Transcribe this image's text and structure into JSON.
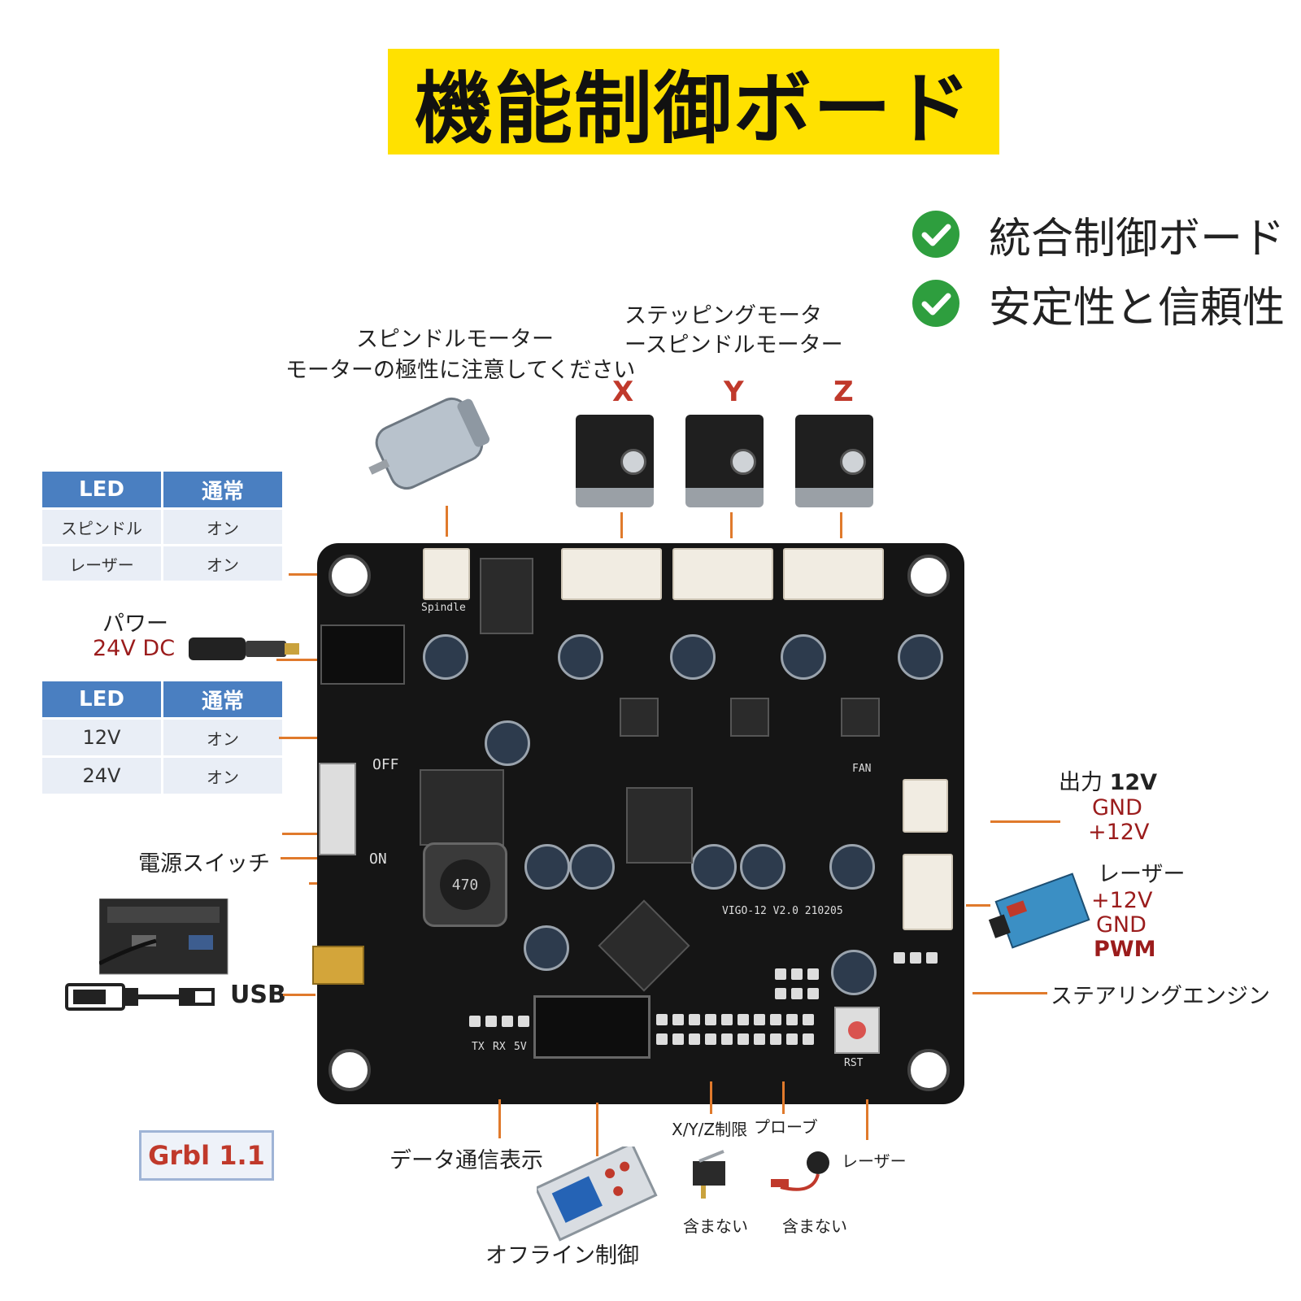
{
  "title": "機能制御ボード",
  "features": [
    "統合制御ボード",
    "安定性と信頼性"
  ],
  "spindle_motor_label": "スピンドルモーター",
  "spindle_polarity_note": "モーターの極性に注意してください",
  "stepper_label_line1": "ステッピングモータ",
  "stepper_label_line2": "ースピンドルモーター",
  "axes": [
    "X",
    "Y",
    "Z"
  ],
  "led_table_1": {
    "header": [
      "LED",
      "通常"
    ],
    "rows": [
      [
        "スピンドル",
        "オン"
      ],
      [
        "レーザー",
        "オン"
      ]
    ]
  },
  "led_table_2": {
    "header": [
      "LED",
      "通常"
    ],
    "rows": [
      [
        "12V",
        "オン"
      ],
      [
        "24V",
        "オン"
      ]
    ]
  },
  "power_label": "パワー",
  "power_voltage": "24V DC",
  "power_switch_label": "電源スイッチ",
  "usb_label": "USB",
  "grbl_label": "Grbl 1.1",
  "output_label": "出力",
  "output_voltage": "12V",
  "fan_pins": [
    "GND",
    "+12V"
  ],
  "laser_label": "レーザー",
  "laser_pins": [
    "+12V",
    "GND",
    "PWM"
  ],
  "steering_label": "ステアリングエンジン",
  "data_comm_label": "データ通信表示",
  "offline_label": "オフライン制御",
  "limit_label": "X/Y/Z制限",
  "probe_label": "プローブ",
  "laser_bottom_label": "レーザー",
  "not_included_1": "含まない",
  "not_included_2": "含まない",
  "board_silk": {
    "off": "OFF",
    "on": "ON",
    "inductor": "470",
    "version": "VIGO-12  V2.0  210205",
    "tx": "TX",
    "rx": "RX",
    "v5": "5V",
    "rst": "RST",
    "fan": "FAN",
    "spindle": "Spindle"
  },
  "colors": {
    "title_bg": "#ffe100",
    "check": "#2e9e3e",
    "arrow": "#e07a2c",
    "accent_red": "#9b1c1c",
    "table_header": "#4a7fc1"
  }
}
